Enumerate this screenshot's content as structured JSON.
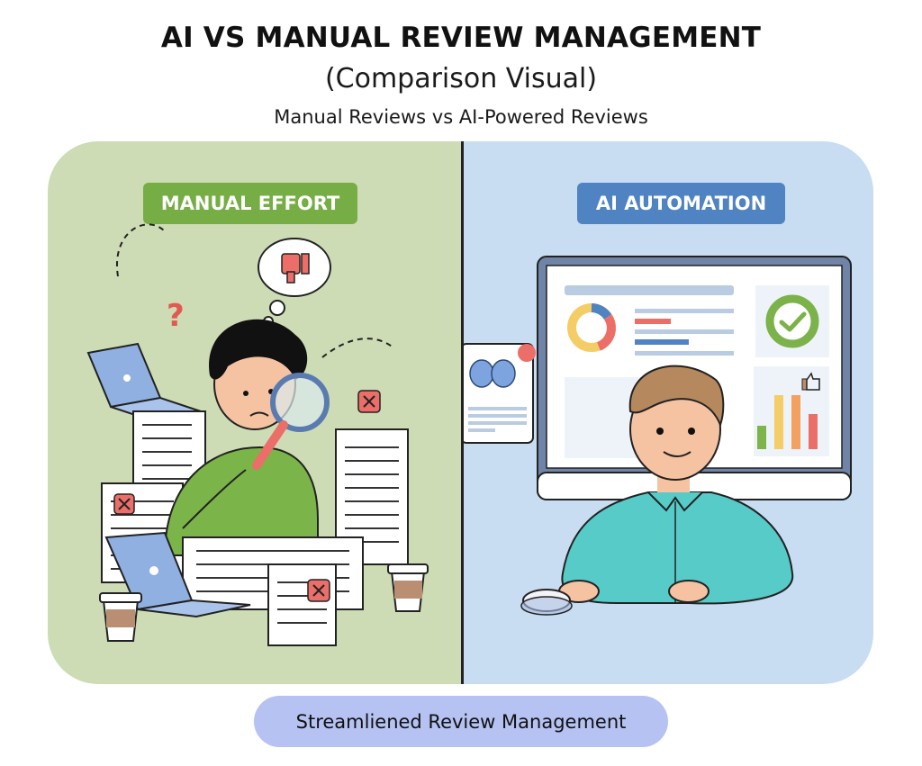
{
  "header": {
    "title": "AI VS MANUAL REVIEW MANAGEMENT",
    "subtitle": "(Comparison Visual)",
    "tagline": "Manual Reviews vs AI-Powered Reviews"
  },
  "panels": {
    "left": {
      "badge": "MANUAL EFFORT",
      "color": "#cddcb4",
      "badge_color": "#77ad45",
      "illustration": {
        "character": "stressed person with magnifying glass",
        "elements": [
          "question-mark-icon",
          "thumbs-down-thought-bubble-icon",
          "paper-stack-icon",
          "laptop-icon",
          "x-mark-icon",
          "coffee-cup-icon"
        ]
      }
    },
    "right": {
      "badge": "AI AUTOMATION",
      "color": "#c8dcf2",
      "badge_color": "#4f83c1",
      "illustration": {
        "character": "smiling person at computer with mouse",
        "elements": [
          "monitor-icon",
          "donut-chart-icon",
          "check-circle-icon",
          "bar-chart-icon",
          "thumbs-up-icon",
          "brain-ai-card-icon"
        ]
      },
      "bar_chart": {
        "colors": [
          "#7db54a",
          "#f5cd66",
          "#f4a061",
          "#ec6e68"
        ],
        "heights": [
          26,
          60,
          60,
          39
        ]
      },
      "donut_chart": {
        "colors": [
          "#4f83c1",
          "#ec6e68",
          "#f5cd66"
        ]
      }
    }
  },
  "footer": {
    "label": "Streamliened Review Management",
    "color": "#b5c2f2"
  }
}
